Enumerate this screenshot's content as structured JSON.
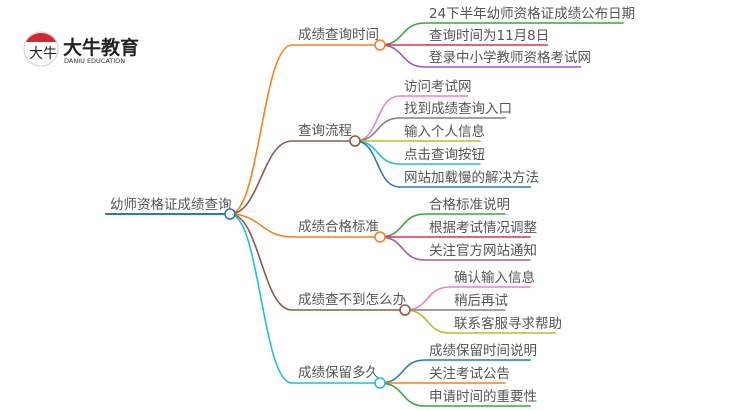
{
  "logo": {
    "name_cn": "大牛教育",
    "name_en": "DANIU EDUCATION",
    "mark": "大牛"
  },
  "root": {
    "label": "幼师资格证成绩查询",
    "color": "#2a7ab8"
  },
  "branches": [
    {
      "label": "成绩查询时间",
      "color": "#f5821f",
      "children": [
        {
          "label": "24下半年幼师资格证成绩公布日期",
          "color": "#3aa63a"
        },
        {
          "label": "查询时间为11月8日",
          "color": "#d9363e"
        },
        {
          "label": "登录中小学教师资格考试网",
          "color": "#9b59c6"
        }
      ]
    },
    {
      "label": "查询流程",
      "color": "#8b5a4a",
      "children": [
        {
          "label": "访问考试网",
          "color": "#ea7fcf"
        },
        {
          "label": "找到成绩查询入口",
          "color": "#808080"
        },
        {
          "label": "输入个人信息",
          "color": "#bcbd22"
        },
        {
          "label": "点击查询按钮",
          "color": "#1fc0d6"
        },
        {
          "label": "网站加载慢的解决方法",
          "color": "#2a7ab8"
        }
      ]
    },
    {
      "label": "成绩合格标准",
      "color": "#f5821f",
      "children": [
        {
          "label": "合格标准说明",
          "color": "#3aa63a"
        },
        {
          "label": "根据考试情况调整",
          "color": "#d9363e"
        },
        {
          "label": "关注官方网站通知",
          "color": "#9b59c6"
        }
      ]
    },
    {
      "label": "成绩查不到怎么办",
      "color": "#8b5a4a",
      "children": [
        {
          "label": "确认输入信息",
          "color": "#ea7fcf"
        },
        {
          "label": "稍后再试",
          "color": "#808080"
        },
        {
          "label": "联系客服寻求帮助",
          "color": "#bcbd22"
        }
      ]
    },
    {
      "label": "成绩保留多久",
      "color": "#1fc0d6",
      "children": [
        {
          "label": "成绩保留时间说明",
          "color": "#2a7ab8"
        },
        {
          "label": "关注考试公告",
          "color": "#f5821f"
        },
        {
          "label": "申请时间的重要性",
          "color": "#3aa63a"
        }
      ]
    }
  ]
}
